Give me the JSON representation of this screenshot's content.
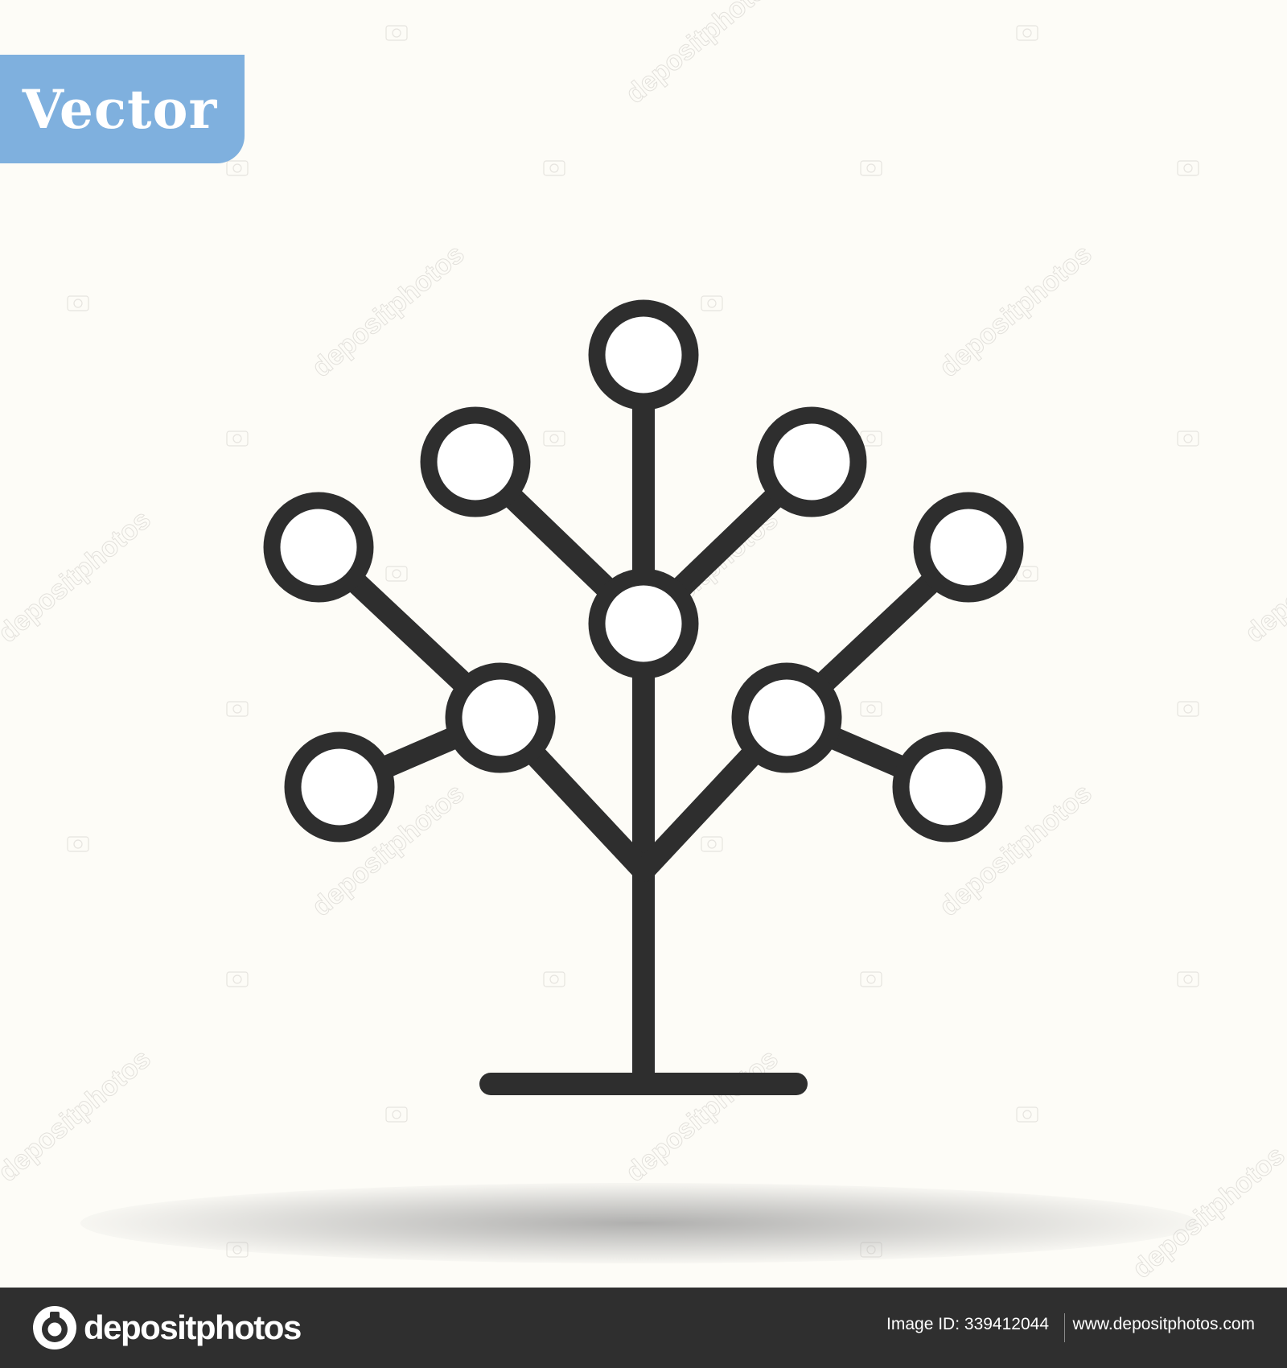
{
  "badge": {
    "label": "Vector",
    "color": "#7fb0de"
  },
  "watermark": {
    "text": "depositphotos",
    "icon": "camera-icon"
  },
  "icon": {
    "name": "tree-network-icon",
    "stroke_color": "#2e2e2e",
    "fill_color": "#ffffff"
  },
  "footer": {
    "brand_name": "depositphotos",
    "brand_icon": "depositphotos-logo-icon",
    "image_id": "Image ID: 339412044",
    "site_url": "www.depositphotos.com",
    "background": "#2f2f2f"
  }
}
